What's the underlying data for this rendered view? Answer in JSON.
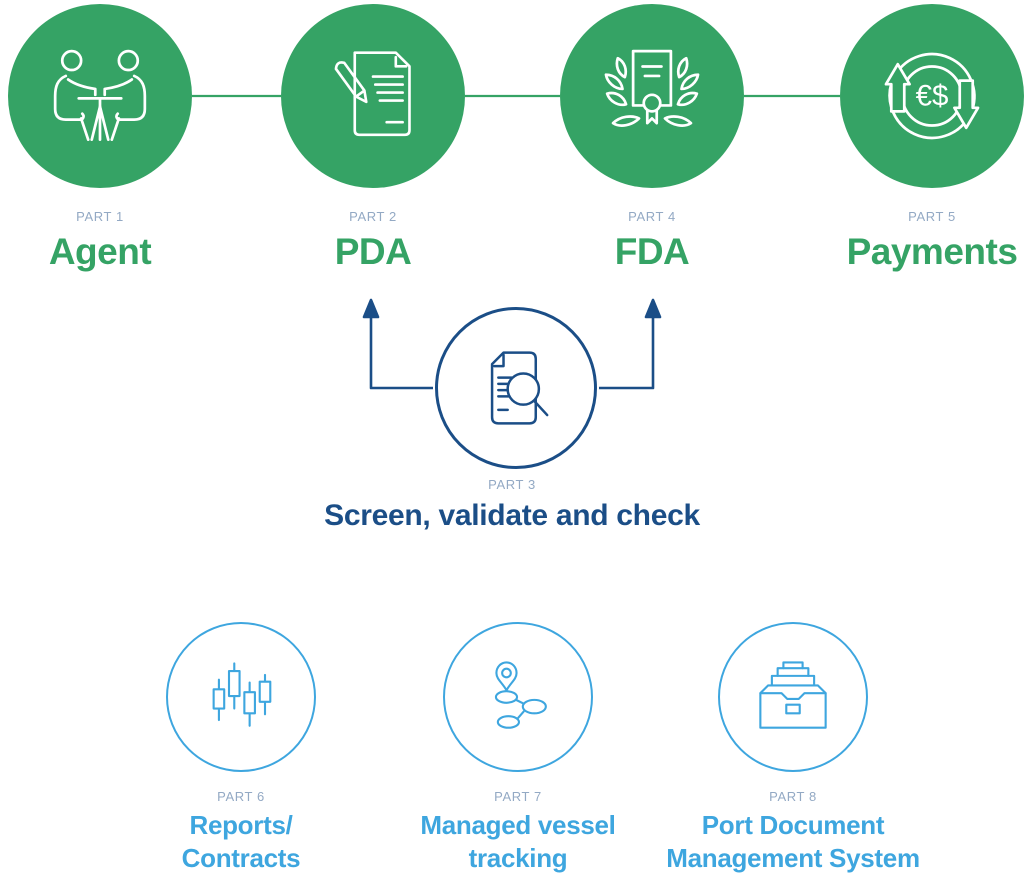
{
  "palette": {
    "green": "#35a365",
    "light_blue": "#3ea6df",
    "navy": "#1b4e87",
    "part_label_gray_blue": "#93a9c4",
    "background": "#ffffff",
    "icon_stroke_on_green": "#ffffff"
  },
  "top_row": {
    "items": [
      {
        "part": "PART 1",
        "title": "Agent",
        "icon": "meeting-icon"
      },
      {
        "part": "PART 2",
        "title": "PDA",
        "icon": "document-pencil-icon"
      },
      {
        "part": "PART 4",
        "title": "FDA",
        "icon": "certificate-laurel-icon"
      },
      {
        "part": "PART 5",
        "title": "Payments",
        "icon": "currency-exchange-icon",
        "currency_symbols": "€$"
      }
    ]
  },
  "middle": {
    "part": "PART 3",
    "title": "Screen, validate and check",
    "icon": "document-magnifier-icon"
  },
  "bottom_row": {
    "items": [
      {
        "part": "PART 6",
        "lines": [
          "Reports/",
          "Contracts"
        ],
        "icon": "candlestick-chart-icon"
      },
      {
        "part": "PART 7",
        "lines": [
          "Managed vessel",
          "tracking"
        ],
        "icon": "vessel-tracking-icon"
      },
      {
        "part": "PART 8",
        "lines": [
          "Port Document",
          "Management System"
        ],
        "icon": "archive-box-icon"
      }
    ]
  }
}
